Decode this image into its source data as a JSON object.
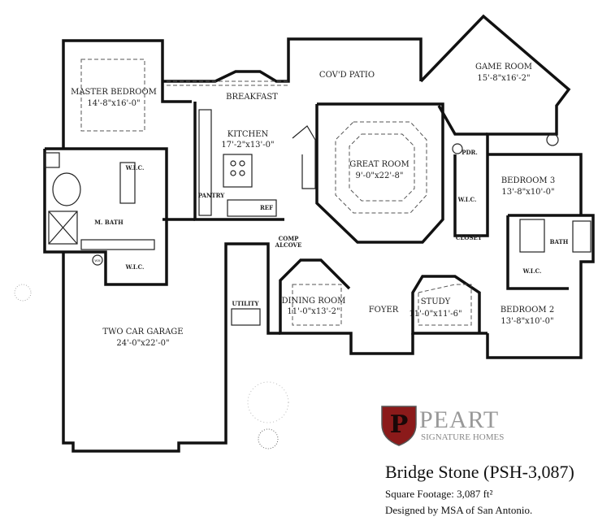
{
  "rooms": {
    "master_bedroom": {
      "name": "MASTER BEDROOM",
      "size": "14'-8\"x16'-0\""
    },
    "covd_patio": {
      "name": "COV'D PATIO"
    },
    "game_room": {
      "name": "GAME ROOM",
      "size": "15'-8\"x16'-2\""
    },
    "breakfast": {
      "name": "BREAKFAST"
    },
    "kitchen": {
      "name": "KITCHEN",
      "size": "17'-2\"x13'-0\""
    },
    "great_room": {
      "name": "GREAT ROOM",
      "size": "9'-0\"x22'-8\""
    },
    "pdr": {
      "name": "PDR."
    },
    "bedroom3": {
      "name": "BEDROOM 3",
      "size": "13'-8\"x10'-0\""
    },
    "wic_master_top": {
      "name": "W.I.C."
    },
    "wic_master_bottom": {
      "name": "W.I.C."
    },
    "wic_bed3": {
      "name": "W.I.C."
    },
    "wic_bed2": {
      "name": "W.I.C."
    },
    "pantry": {
      "name": "PANTRY"
    },
    "ref": {
      "name": "REF"
    },
    "m_bath": {
      "name": "M. BATH"
    },
    "closet": {
      "name": "CLOSET"
    },
    "bath": {
      "name": "BATH"
    },
    "comp_alcove": {
      "line1": "COMP",
      "line2": "ALCOVE"
    },
    "utility": {
      "name": "UTILITY"
    },
    "dining_room": {
      "name": "DINING ROOM",
      "size": "11'-0\"x13'-2\""
    },
    "foyer": {
      "name": "FOYER"
    },
    "study": {
      "name": "STUDY",
      "size": "11'-0\"x11'-6\""
    },
    "bedroom2": {
      "name": "BEDROOM 2",
      "size": "13'-8\"x10'-0\""
    },
    "garage": {
      "name": "TWO CAR GARAGE",
      "size": "24'-0\"x22'-0\""
    },
    "water_heater": {
      "name": "WH"
    }
  },
  "logo": {
    "brand": "PEART",
    "tagline": "SIGNATURE HOMES",
    "monogram": "P",
    "color": "#8b1a1a"
  },
  "plan": {
    "title": "Bridge Stone (PSH-3,087)",
    "square_footage": "Square Footage: 3,087 ft²",
    "designer": "Designed by MSA of San Antonio."
  }
}
